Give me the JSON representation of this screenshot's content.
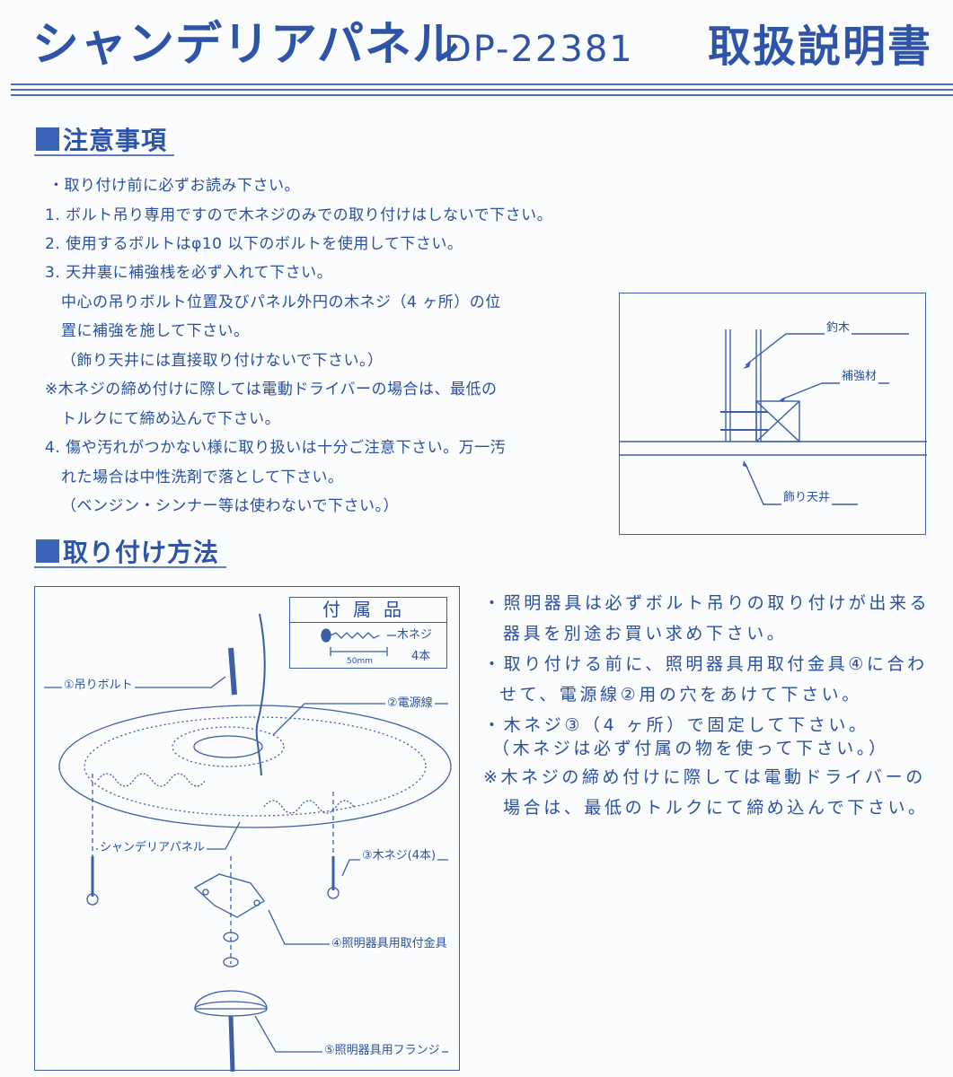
{
  "header": {
    "title": "シャンデリアパネル",
    "model": "DP-22381",
    "doc_type": "取扱説明書"
  },
  "cautions": {
    "heading": "注意事項",
    "lines": [
      "・取り付け前に必ずお読み下さい。",
      "1. ボルト吊り専用ですので木ネジのみでの取り付けはしないで下さい。",
      "2. 使用するボルトはφ10 以下のボルトを使用して下さい。",
      "3. 天井裏に補強桟を必ず入れて下さい。",
      "中心の吊りボルト位置及びパネル外円の木ネジ（4 ヶ所）の位",
      "置に補強を施して下さい。",
      "（飾り天井には直接取り付けないで下さい。）",
      "※木ネジの締め付けに際しては電動ドライバーの場合は、最低の",
      "トルクにて締め込んで下さい。",
      "4. 傷や汚れがつかない様に取り扱いは十分ご注意下さい。万一汚",
      "れた場合は中性洗剤で落として下さい。",
      "（ベンジン・シンナー等は使わないで下さい。）"
    ]
  },
  "ceiling_diagram": {
    "labels": {
      "joist": "釣木",
      "reinforcement": "補強材",
      "decorative_ceiling": "飾り天井"
    }
  },
  "installation": {
    "heading": "取り付け方法",
    "accessories": {
      "title": "付属品",
      "item": "木ネジ",
      "qty": "4本",
      "dimension": "50mm"
    },
    "parts": {
      "bolt": "①吊りボルト",
      "cable": "②電源線",
      "panel": "シャンデリアパネル",
      "screws": "③木ネジ(4本)",
      "bracket": "④照明器具用取付金具",
      "flange": "⑤照明器具用フランジ"
    },
    "steps": [
      "・照明器具は必ずボルト吊りの取り付けが出来る",
      "器具を別途お買い求め下さい。",
      "・取り付ける前に、照明器具用取付金具④に合わ",
      "せて、電源線②用の穴をあけて下さい。",
      "・木ネジ③（4 ヶ所）で固定して下さい。",
      "（木ネジは必ず付属の物を使って下さい。）",
      "※木ネジの締め付けに際しては電動ドライバーの",
      "場合は、最低のトルクにて締め込んで下さい。"
    ]
  },
  "colors": {
    "ink": "#2b4f9e",
    "paper": "#fafcfd"
  }
}
